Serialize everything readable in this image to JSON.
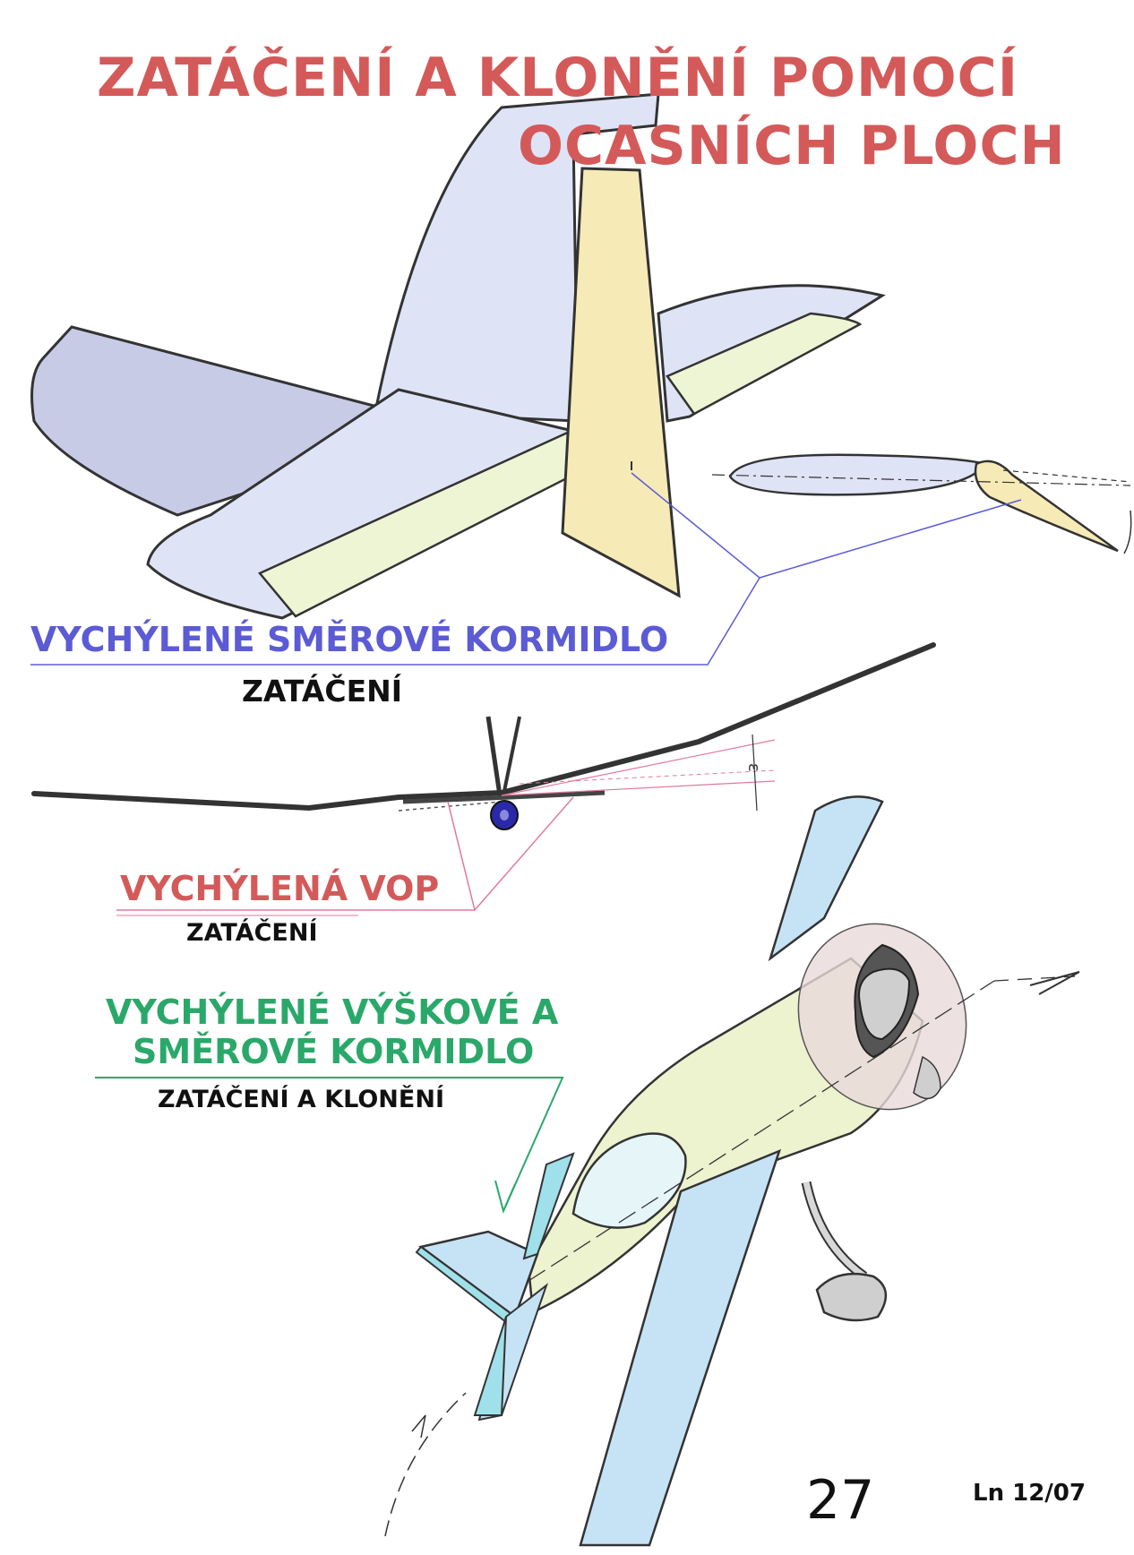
{
  "title": {
    "line1": "ZATÁČENÍ A KLONĚNÍ POMOCÍ",
    "line2": "OCASNÍCH PLOCH"
  },
  "sections": [
    {
      "label": "VYCHÝLENÉ SMĚROVÉ KORMIDLO",
      "sublabel": "ZATÁČENÍ",
      "color": "#5b5bd6"
    },
    {
      "label": "VYCHÝLENÁ  VOP",
      "sublabel": "ZATÁČENÍ",
      "color": "#d45a5a"
    },
    {
      "label_line1": "VYCHÝLENÉ VÝŠKOVÉ A",
      "label_line2": "SMĚROVÉ KORMIDLO",
      "sublabel": "ZATÁČENÍ A KLONĚNÍ",
      "color": "#2aa86a"
    }
  ],
  "angle_mark": "ε",
  "page_number": "27",
  "issue": "Ln 12/07"
}
